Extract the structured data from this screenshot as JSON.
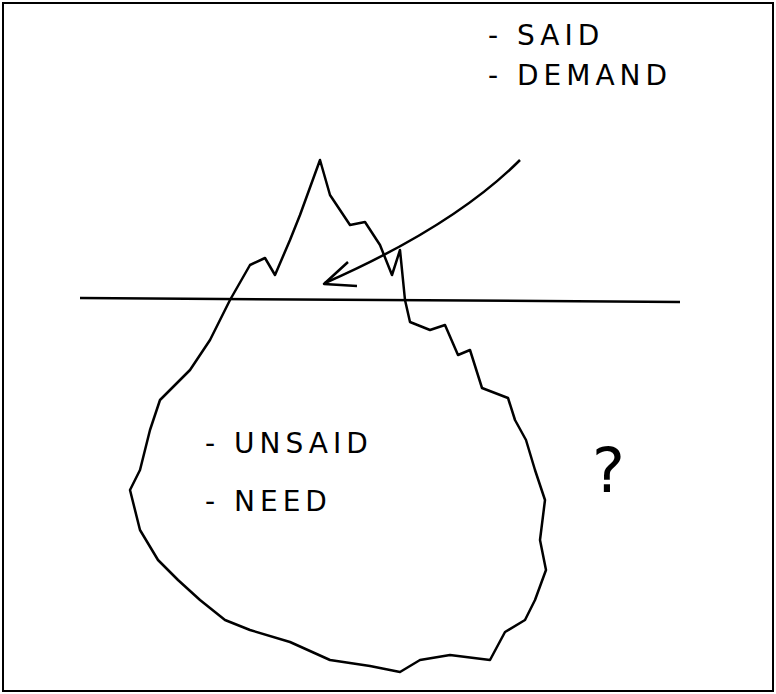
{
  "diagram": {
    "nodes": [
      {
        "text": [
          "- UNSAID",
          "- NEED"
        ]
      }
    ],
    "labels": [
      "- SAID",
      "- DEMAND",
      "?"
    ]
  }
}
